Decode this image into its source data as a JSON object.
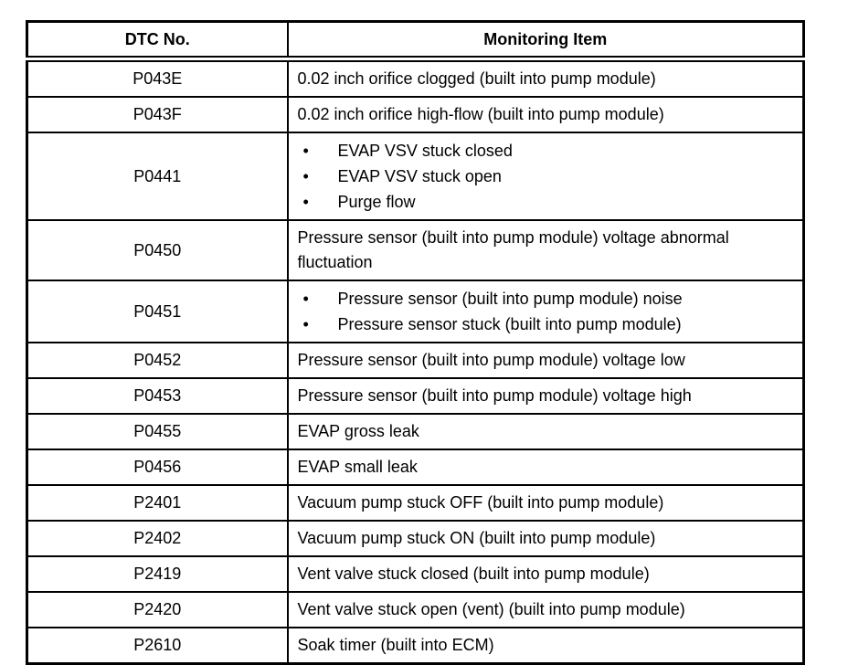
{
  "table": {
    "headers": [
      "DTC No.",
      "Monitoring Item"
    ],
    "rows": [
      {
        "dtc": "P043E",
        "bulleted": false,
        "items": [
          "0.02 inch orifice clogged (built into pump module)"
        ]
      },
      {
        "dtc": "P043F",
        "bulleted": false,
        "items": [
          "0.02 inch orifice high-flow (built into pump module)"
        ]
      },
      {
        "dtc": "P0441",
        "bulleted": true,
        "items": [
          "EVAP VSV stuck closed",
          "EVAP VSV stuck open",
          "Purge flow"
        ]
      },
      {
        "dtc": "P0450",
        "bulleted": false,
        "items": [
          "Pressure sensor (built into pump module) voltage abnormal fluctuation"
        ]
      },
      {
        "dtc": "P0451",
        "bulleted": true,
        "items": [
          "Pressure sensor (built into pump module) noise",
          "Pressure sensor stuck (built into pump module)"
        ]
      },
      {
        "dtc": "P0452",
        "bulleted": false,
        "items": [
          "Pressure sensor (built into pump module) voltage low"
        ]
      },
      {
        "dtc": "P0453",
        "bulleted": false,
        "items": [
          "Pressure sensor (built into pump module) voltage high"
        ]
      },
      {
        "dtc": "P0455",
        "bulleted": false,
        "items": [
          "EVAP gross leak"
        ]
      },
      {
        "dtc": "P0456",
        "bulleted": false,
        "items": [
          "EVAP small leak"
        ]
      },
      {
        "dtc": "P2401",
        "bulleted": false,
        "items": [
          "Vacuum pump stuck OFF (built into pump module)"
        ]
      },
      {
        "dtc": "P2402",
        "bulleted": false,
        "items": [
          "Vacuum pump stuck ON (built into pump module)"
        ]
      },
      {
        "dtc": "P2419",
        "bulleted": false,
        "items": [
          "Vent valve stuck closed (built into pump module)"
        ]
      },
      {
        "dtc": "P2420",
        "bulleted": false,
        "items": [
          "Vent valve stuck open (vent) (built into pump module)"
        ]
      },
      {
        "dtc": "P2610",
        "bulleted": false,
        "items": [
          "Soak timer (built into ECM)"
        ]
      }
    ],
    "colors": {
      "border": "#000000",
      "background": "#ffffff",
      "text": "#000000"
    }
  }
}
